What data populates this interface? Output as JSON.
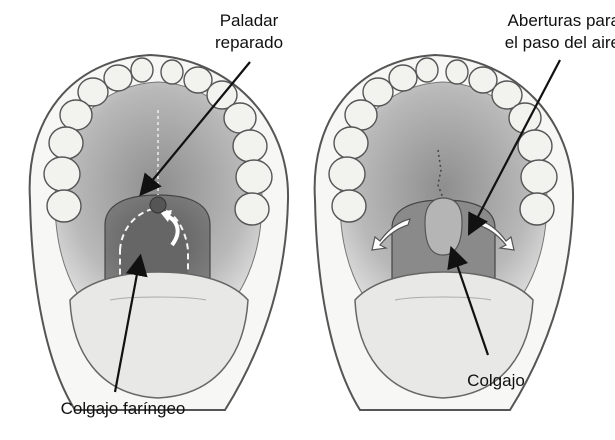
{
  "labels": {
    "paladar_reparado": [
      "Paladar",
      "reparado"
    ],
    "aberturas": [
      "Aberturas para",
      "el paso del aire"
    ],
    "colgajo_faringeo": "Colgajo faríngeo",
    "colgajo": "Colgajo"
  },
  "colors": {
    "outline": "#555555",
    "teeth": "#f2f2ee",
    "palate_shade": "#a9a9a9",
    "throat": "#6e6e6e",
    "tongue": "#e8e8e6",
    "arrow": "#111111"
  }
}
